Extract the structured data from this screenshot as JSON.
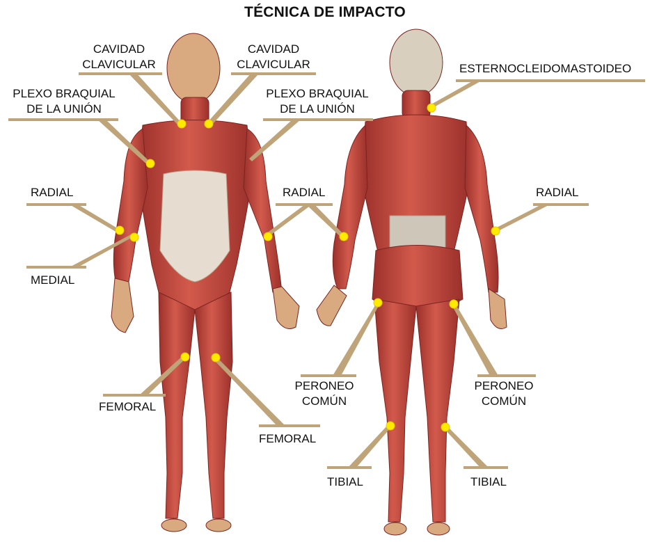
{
  "title": "TÉCNICA DE IMPACTO",
  "colors": {
    "muscle": "#c0463c",
    "muscle_dark": "#8e2a26",
    "muscle_light": "#d9685a",
    "tendon": "#d8d2c4",
    "skin": "#e9b98f",
    "leader": "#bfa479",
    "point": "#ffea00"
  },
  "labels": {
    "cavidad_clavicular_left": "CAVIDAD CLAVICULAR",
    "cavidad_clavicular_right": "CAVIDAD CLAVICULAR",
    "plexo_left": "PLEXO BRAQUIAL DE LA UNIÓN",
    "plexo_right": "PLEXO BRAQUIAL DE LA UNIÓN",
    "radial_front_left": "RADIAL",
    "medial": "MEDIAL",
    "radial_center": "RADIAL",
    "esterno": "ESTERNOCLEIDOMASTOIDEO",
    "radial_back_right": "RADIAL",
    "peroneo_left": "PERONEO COMÚN",
    "peroneo_right": "PERONEO COMÚN",
    "femoral_left": "FEMORAL",
    "femoral_right": "FEMORAL",
    "tibial_left": "TIBIAL",
    "tibial_right": "TIBIAL"
  }
}
